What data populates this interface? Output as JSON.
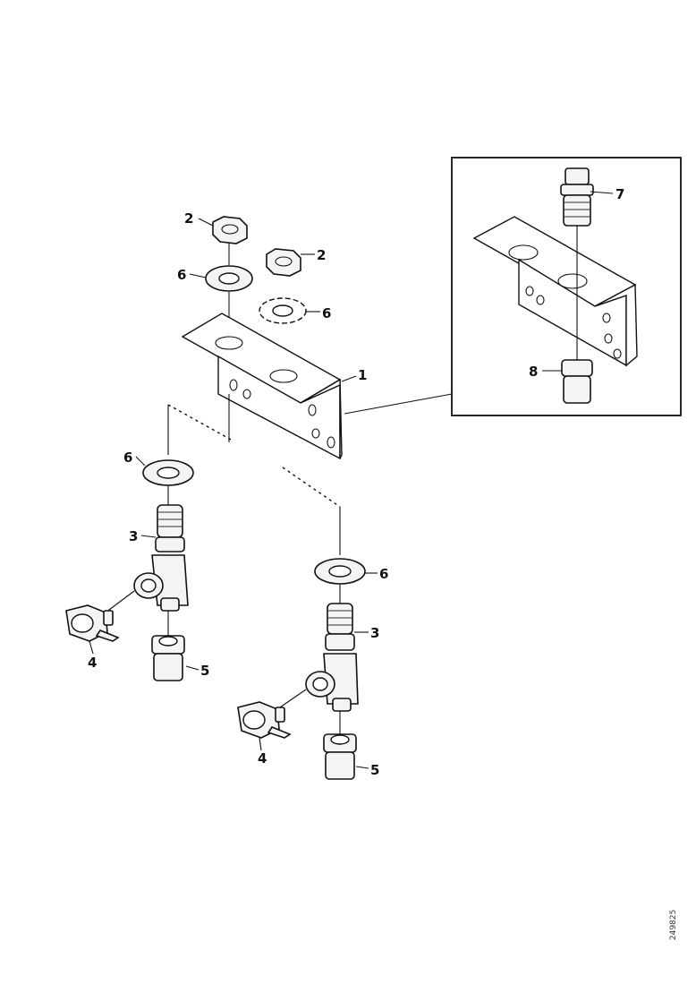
{
  "callouts": {
    "nut_left": "2",
    "nut_right": "2",
    "washer_top_left": "6",
    "washer_top_right": "6",
    "bracket": "1",
    "washer_mid_left": "6",
    "washer_mid_right": "6",
    "fitting_left": "3",
    "fitting_right": "3",
    "valve_left": "4",
    "valve_right": "4",
    "adapter_left": "5",
    "adapter_right": "5",
    "inset_connector": "7",
    "inset_adapter": "8"
  },
  "document_id": "249825"
}
